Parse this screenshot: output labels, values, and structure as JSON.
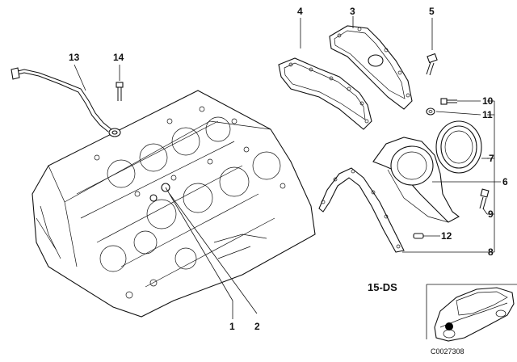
{
  "diagram": {
    "section_code": "15-DS",
    "image_code": "C0027308",
    "callouts": [
      "1",
      "2",
      "3",
      "4",
      "5",
      "6",
      "7",
      "8",
      "9",
      "10",
      "11",
      "12",
      "13",
      "14"
    ]
  }
}
